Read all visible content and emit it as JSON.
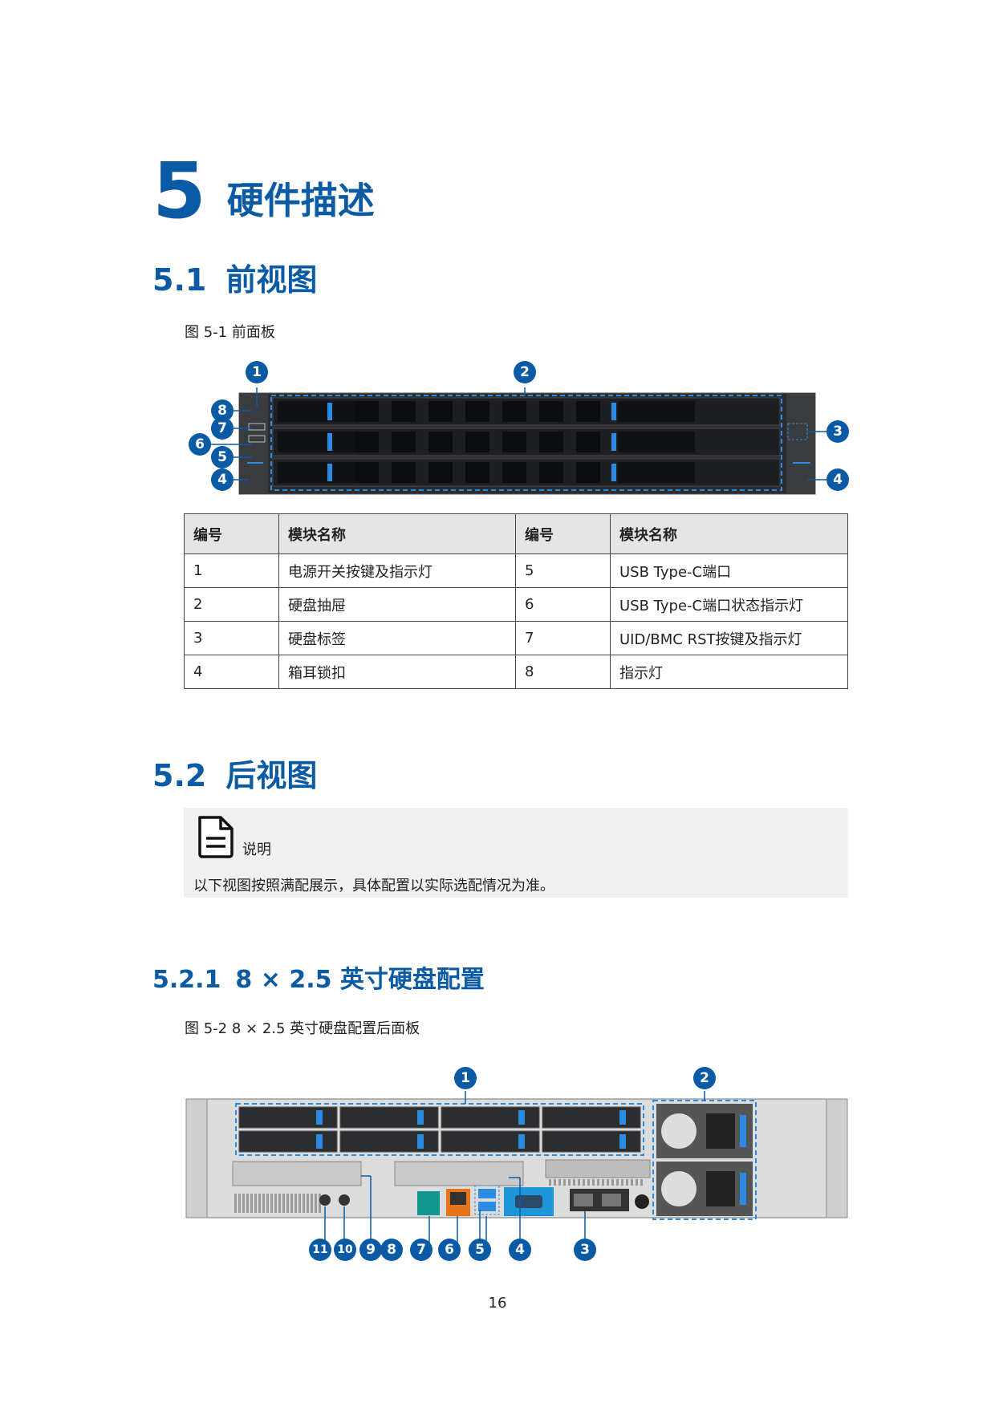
{
  "chapter": {
    "number": "5",
    "title": "硬件描述"
  },
  "section_front": {
    "number": "5.1",
    "title": "前视图"
  },
  "figure_front": {
    "caption": "图 5-1  前面板",
    "callouts": [
      "1",
      "2",
      "3",
      "4",
      "4",
      "5",
      "6",
      "7",
      "8"
    ]
  },
  "front_table": {
    "headers": [
      "编号",
      "模块名称",
      "编号",
      "模块名称"
    ],
    "rows": [
      [
        "1",
        "电源开关按键及指示灯",
        "5",
        "USB Type-C端口"
      ],
      [
        "2",
        "硬盘抽屉",
        "6",
        "USB Type-C端口状态指示灯"
      ],
      [
        "3",
        "硬盘标签",
        "7",
        "UID/BMC RST按键及指示灯"
      ],
      [
        "4",
        "箱耳锁扣",
        "8",
        "指示灯"
      ]
    ]
  },
  "section_rear": {
    "number": "5.2",
    "title": "后视图"
  },
  "note": {
    "label": "说明",
    "text": "以下视图按照满配展示，具体配置以实际选配情况为准。"
  },
  "subsection": {
    "number": "5.2.1",
    "title": "8 × 2.5 英寸硬盘配置"
  },
  "figure_rear": {
    "caption": "图 5-2 8 × 2.5 英寸硬盘配置后面板",
    "callouts": [
      "1",
      "2",
      "3",
      "4",
      "5",
      "6",
      "7",
      "8",
      "9",
      "10",
      "11"
    ]
  },
  "page_number": "16",
  "colors": {
    "accent": "#0b5aa6",
    "led": "#2a8be0",
    "orange": "#e8741a",
    "teal": "#12988e"
  }
}
